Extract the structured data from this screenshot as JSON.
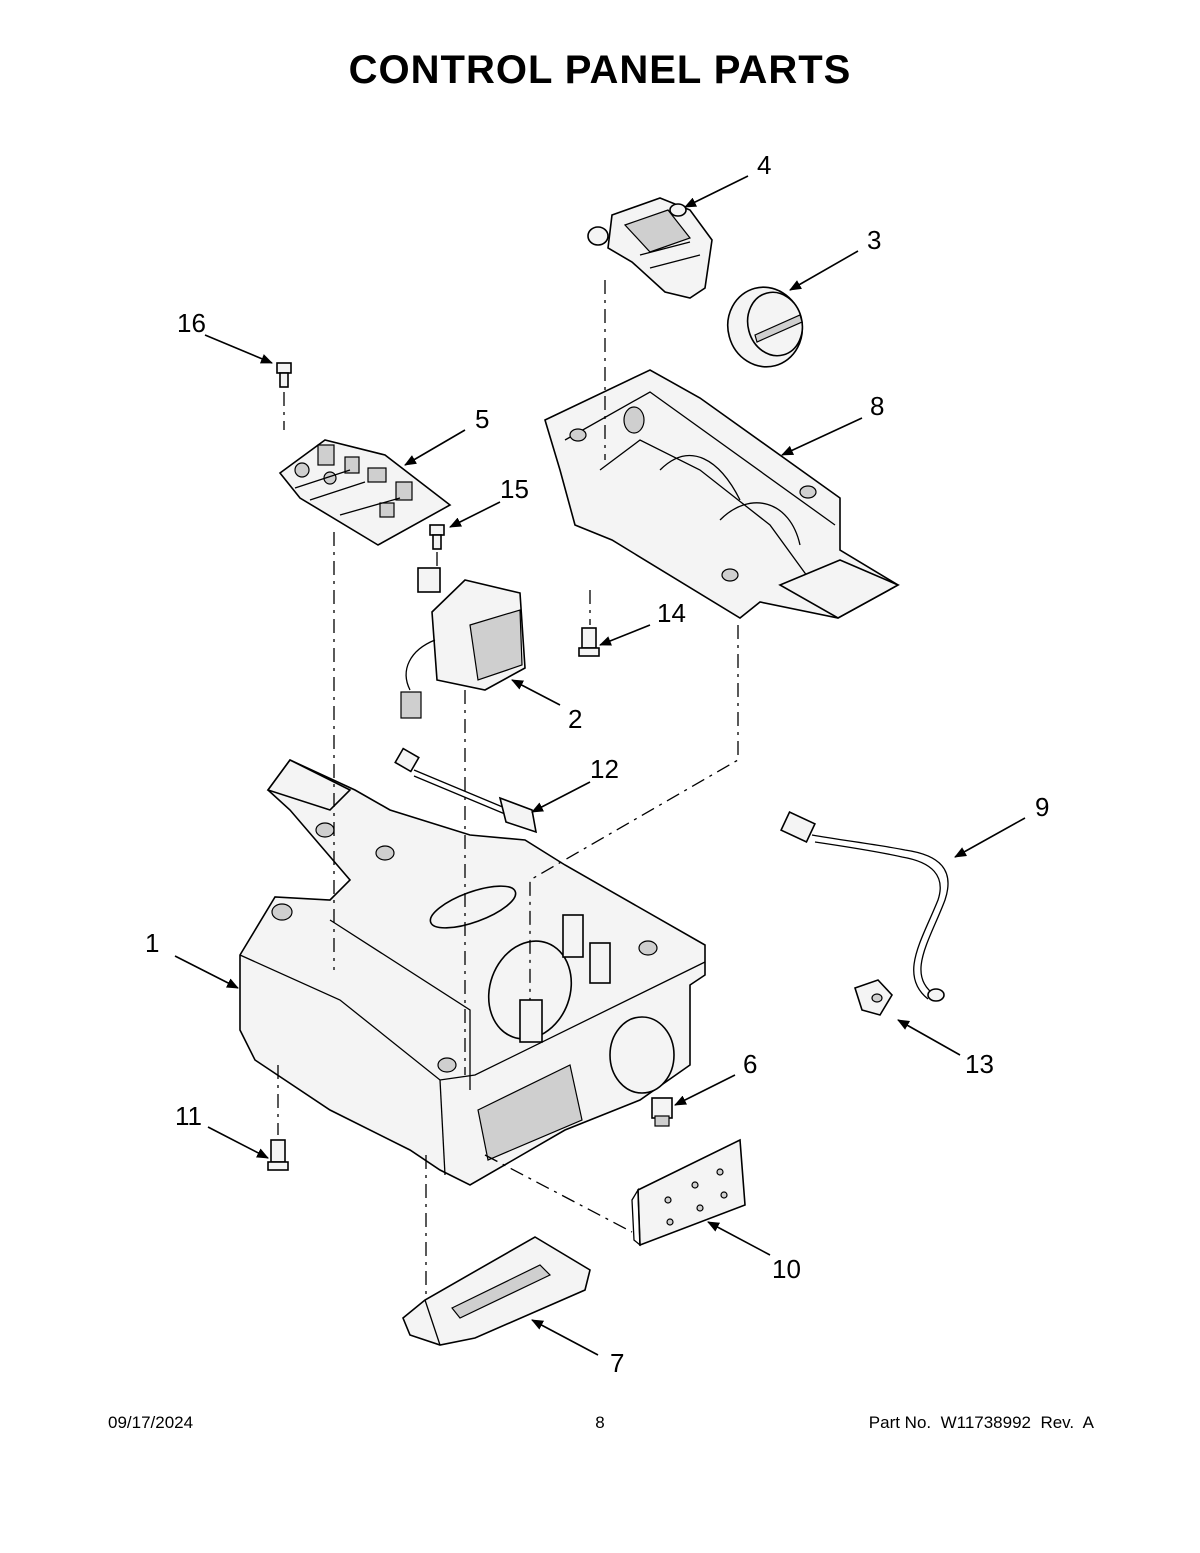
{
  "title": "CONTROL PANEL PARTS",
  "callouts": {
    "c1": "1",
    "c2": "2",
    "c3": "3",
    "c4": "4",
    "c5": "5",
    "c6": "6",
    "c7": "7",
    "c8": "8",
    "c9": "9",
    "c10": "10",
    "c11": "11",
    "c12": "12",
    "c13": "13",
    "c14": "14",
    "c15": "15",
    "c16": "16"
  },
  "footer": {
    "date": "09/17/2024",
    "page": "8",
    "part": "Part No.  W11738992  Rev.  A"
  }
}
